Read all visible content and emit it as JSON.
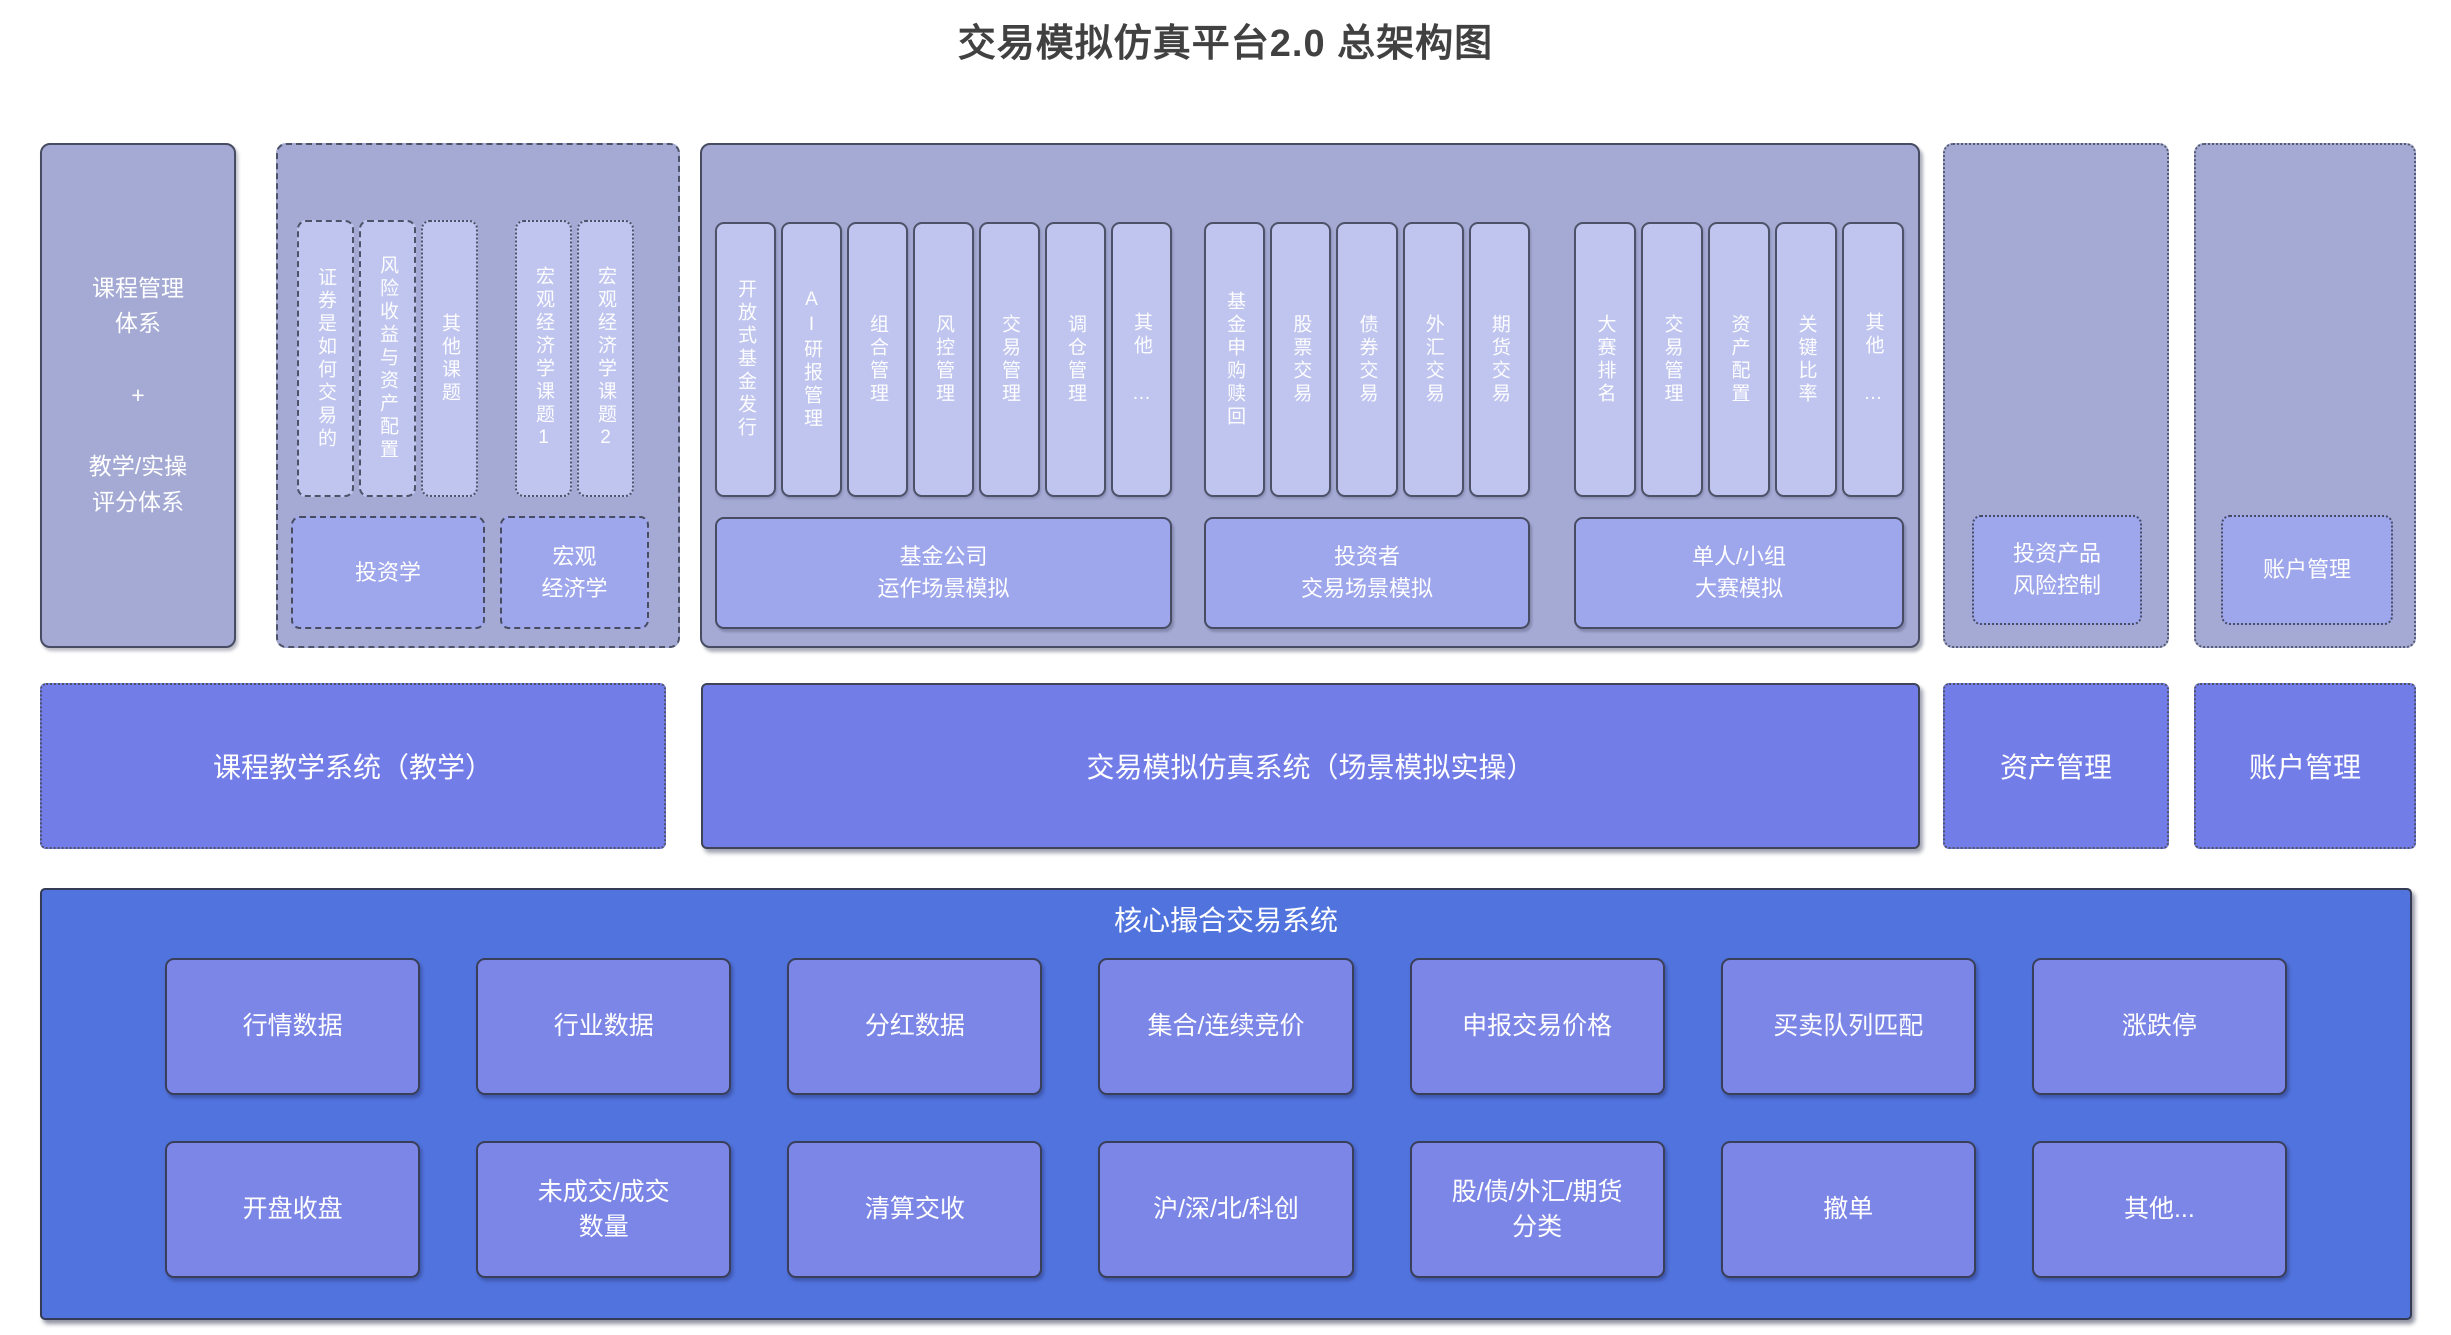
{
  "title": "交易模拟仿真平台2.0 总架构图",
  "colors": {
    "top_container_bg": "#a4aad4",
    "vertical_column_bg": "#bfc5ee",
    "sub_box_bg": "#9fa7ec",
    "system_row_bg": "#737de7",
    "core_box_bg": "#5173dd",
    "core_item_bg": "#7c86e6",
    "border_dark": "#474c63",
    "title_color": "#414141",
    "text_color": "#ffffff"
  },
  "top": {
    "course": {
      "text": "课程管理\n体系\n\n+\n\n教学/实操\n评分体系"
    },
    "topics": {
      "columns": [
        "证券是如何交易的",
        "风险收益与资产配置",
        "其他课题",
        "宏观经济学课题1",
        "宏观经济学课题2"
      ],
      "footer_left": "投资学",
      "footer_right": "宏观\n经济学"
    },
    "simulation": {
      "group1": {
        "columns": [
          "开放式基金发行",
          "AI研报管理",
          "组合管理",
          "风控管理",
          "交易管理",
          "调仓管理",
          "其他 …"
        ],
        "footer": "基金公司\n运作场景模拟"
      },
      "group2": {
        "columns": [
          "基金申购赎回",
          "股票交易",
          "债券交易",
          "外汇交易",
          "期货交易"
        ],
        "footer": "投资者\n交易场景模拟"
      },
      "group3": {
        "columns": [
          "大赛排名",
          "交易管理",
          "资产配置",
          "关键比率",
          "其他 …"
        ],
        "footer": "单人/小组\n大赛模拟"
      }
    },
    "risk": {
      "footer": "投资产品\n风险控制"
    },
    "account": {
      "footer": "账户管理"
    }
  },
  "systems": {
    "teaching": "课程教学系统（教学）",
    "simulation": "交易模拟仿真系统（场景模拟实操）",
    "asset": "资产管理",
    "account": "账户管理"
  },
  "core": {
    "title": "核心撮合交易系统",
    "row1": [
      "行情数据",
      "行业数据",
      "分红数据",
      "集合/连续竞价",
      "申报交易价格",
      "买卖队列匹配",
      "涨跌停"
    ],
    "row2": [
      "开盘收盘",
      "未成交/成交\n数量",
      "清算交收",
      "沪/深/北/科创",
      "股/债/外汇/期货\n分类",
      "撤单",
      "其他..."
    ]
  }
}
